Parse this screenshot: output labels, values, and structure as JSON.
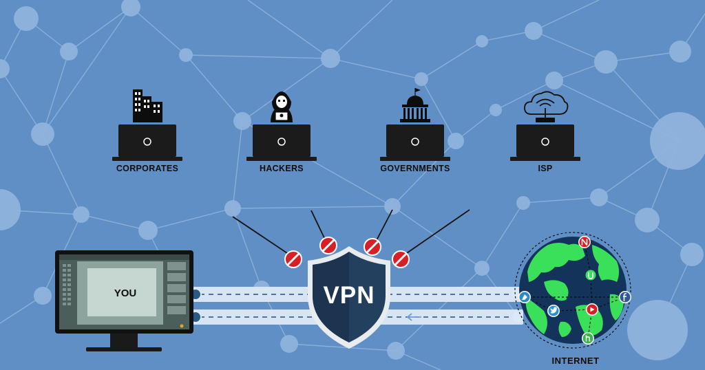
{
  "threats": [
    {
      "label": "CORPORATES",
      "icon": "buildings-icon"
    },
    {
      "label": "HACKERS",
      "icon": "hacker-icon"
    },
    {
      "label": "GOVERNMENTS",
      "icon": "government-building-icon"
    },
    {
      "label": "ISP",
      "icon": "cloud-router-icon"
    }
  ],
  "user": {
    "label": "YOU"
  },
  "shield": {
    "label": "VPN"
  },
  "internet": {
    "label": "INTERNET"
  },
  "colors": {
    "background": "#5f8fc4",
    "network": "#8fb3dc",
    "laptop": "#1b1b1b",
    "block_sign": "#d81f26",
    "shield": "#23405f",
    "globe_land": "#3be05a",
    "globe_sea": "#14335a"
  },
  "app_icons": [
    "netflix-icon",
    "utorrent-icon",
    "facebook-icon",
    "youtube-icon",
    "twitter-icon",
    "hulu-icon",
    "kodi-icon"
  ]
}
